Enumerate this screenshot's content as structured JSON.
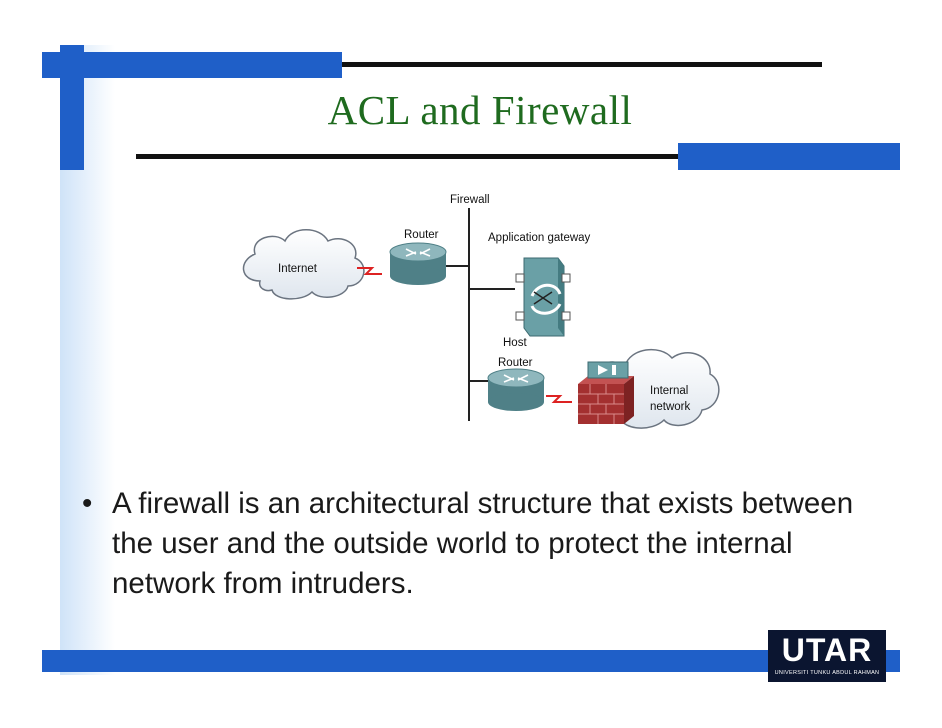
{
  "slide": {
    "title": "ACL and Firewall",
    "bullet": "A firewall is an architectural structure that exists between the user and the outside world to protect the internal network from intruders.",
    "bullet_marker": "•"
  },
  "diagram": {
    "firewall_label": "Firewall",
    "router_top_label": "Router",
    "app_gateway_label": "Application gateway",
    "internet_label": "Internet",
    "host_label": "Host",
    "router_bottom_label": "Router",
    "internal_label_1": "Internal",
    "internal_label_2": "network"
  },
  "logo": {
    "text": "UTAR",
    "subtitle": "UNIVERSITI TUNKU ABDUL RAHMAN"
  },
  "colors": {
    "title_green": "#1f6b1f",
    "frame_blue": "#1f5fc8",
    "frame_light_blue": "#cfe3f8",
    "router_teal": "#5e8f95",
    "firewall_red": "#a33030"
  }
}
